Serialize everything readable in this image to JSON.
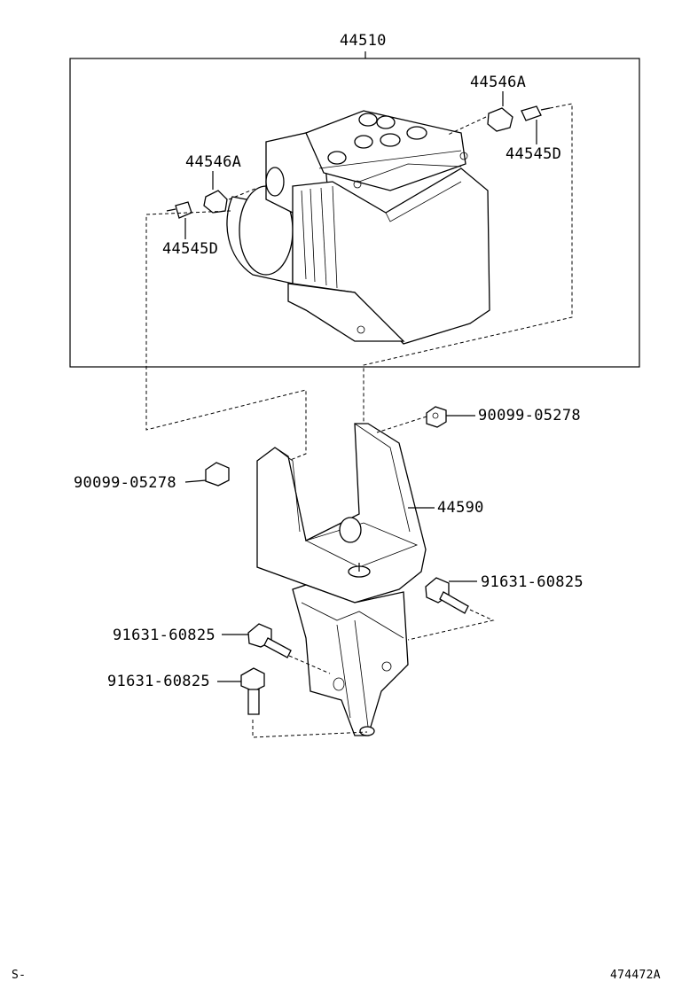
{
  "assembly_label": "44510",
  "labels": {
    "plug_right": "44546A",
    "union_bolt_right": "44545D",
    "plug_left": "44546A",
    "union_bolt_left": "44545D",
    "nut_right": "90099-05278",
    "nut_left": "90099-05278",
    "bracket": "44590",
    "bolt_right": "91631-60825",
    "bolt_mid": "91631-60825",
    "bolt_lower": "91631-60825"
  },
  "footer": {
    "left_mark": "S-",
    "diagram_id": "474472A"
  }
}
